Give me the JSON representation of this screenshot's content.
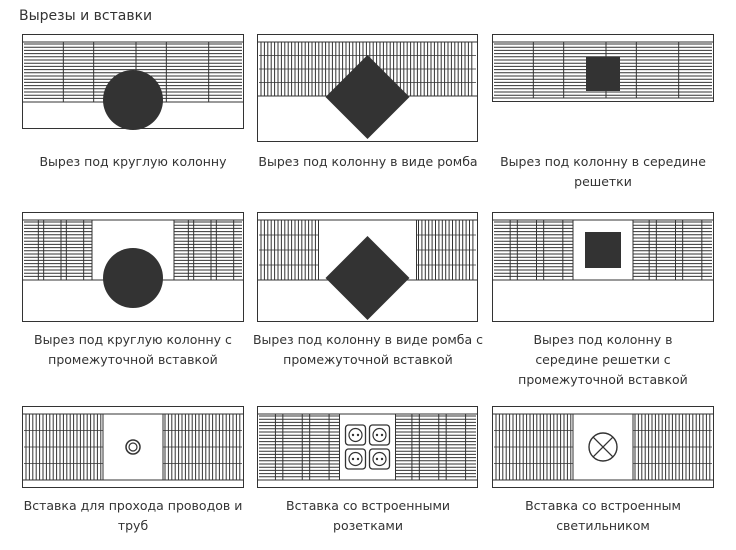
{
  "page": {
    "title": "Вырезы и вставки"
  },
  "colors": {
    "ink": "#333333",
    "fill": "#333333",
    "background": "#ffffff"
  },
  "items": [
    {
      "id": "round-column",
      "caption": "Вырез под круглую колонну",
      "cutout": "circle",
      "grille": "horizontal",
      "insert": "none"
    },
    {
      "id": "diamond-column",
      "caption": "Вырез под колонну в виде ромба",
      "cutout": "diamond",
      "grille": "vertical",
      "insert": "none"
    },
    {
      "id": "center-column",
      "caption": "Вырез под колонну в середине решетки",
      "cutout": "square",
      "grille": "horizontal",
      "insert": "none"
    },
    {
      "id": "round-column-insert",
      "caption": "Вырез под круглую колонну с промежуточной вставкой",
      "cutout": "circle",
      "grille": "horizontal",
      "insert": "panel"
    },
    {
      "id": "diamond-column-insert",
      "caption": "Вырез под колонну в виде ромба с промежуточной вставкой",
      "cutout": "diamond",
      "grille": "vertical",
      "insert": "panel"
    },
    {
      "id": "center-column-insert",
      "caption": "Вырез под колонну в середине решетки с промежуточной вставкой",
      "cutout": "square",
      "grille": "horizontal",
      "insert": "panel"
    },
    {
      "id": "cable-pass",
      "caption": "Вставка для прохода проводов и труб",
      "cutout": "pipe-ring",
      "grille": "vertical",
      "insert": "panel"
    },
    {
      "id": "sockets",
      "caption": "Вставка со встроенными розетками",
      "cutout": "sockets",
      "grille": "horizontal",
      "insert": "panel"
    },
    {
      "id": "lamp",
      "caption": "Вставка со встроенным светильником",
      "cutout": "lamp",
      "grille": "vertical",
      "insert": "panel"
    }
  ]
}
